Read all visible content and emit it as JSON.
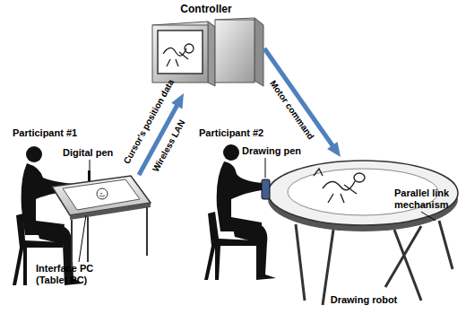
{
  "diagram": {
    "nodes": [
      {
        "text": [
          "Controller"
        ]
      },
      {
        "text": [
          "Interface PC (Tablet PC)"
        ]
      },
      {
        "text": [
          "Drawing robot"
        ]
      }
    ],
    "edges": [
      {
        "from": 1,
        "to": 0,
        "arrow": "to",
        "label": "Cursor's position data"
      },
      {
        "from": 0,
        "to": 2,
        "arrow": "to",
        "label": "Motor command"
      }
    ],
    "labels": [
      "Wireless LAN",
      "Participant #1",
      "Digital pen",
      "Participant #2",
      "Drawing pen",
      "Parallel link mechanism"
    ]
  }
}
